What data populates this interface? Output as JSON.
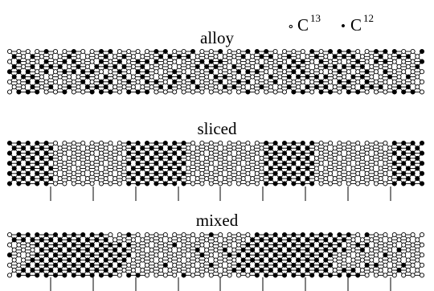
{
  "legend": {
    "c13_symbol": "∘",
    "c13_element": "C",
    "c13_mass": "13",
    "c12_symbol": "•",
    "c12_element": "C",
    "c12_mass": "12",
    "c13_color": "#ffffff",
    "c12_color": "#000000"
  },
  "panels": [
    {
      "id": "alloy",
      "label": "alloy",
      "separators": false
    },
    {
      "id": "sliced",
      "label": "sliced",
      "separators": true
    },
    {
      "id": "mixed",
      "label": "mixed",
      "separators": true
    }
  ]
}
